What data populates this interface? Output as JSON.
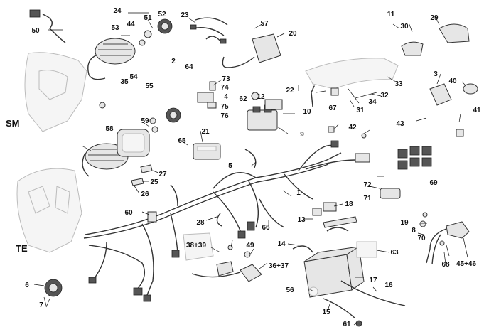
{
  "variants": {
    "sm": "SM",
    "te": "TE"
  },
  "part_labels": [
    "50",
    "24",
    "51",
    "52",
    "53",
    "44",
    "2",
    "64",
    "35",
    "54",
    "55",
    "23",
    "57",
    "20",
    "73",
    "74",
    "4",
    "75",
    "76",
    "62",
    "12",
    "10",
    "22",
    "67",
    "11",
    "29",
    "30",
    "33",
    "34",
    "32",
    "31",
    "3",
    "40",
    "41",
    "43",
    "9",
    "42",
    "5",
    "21",
    "65",
    "59",
    "58",
    "27",
    "25",
    "26",
    "1",
    "72",
    "71",
    "69",
    "18",
    "13",
    "60",
    "28",
    "66",
    "19",
    "8",
    "70",
    "68",
    "45+46",
    "38+39",
    "49",
    "36+37",
    "14",
    "63",
    "17",
    "16",
    "56",
    "15",
    "61",
    "6",
    "7"
  ],
  "colors": {
    "ink": "#111111",
    "part": "#e6e6e6",
    "ghost": "#f5f5f5",
    "wire": "#333333"
  }
}
